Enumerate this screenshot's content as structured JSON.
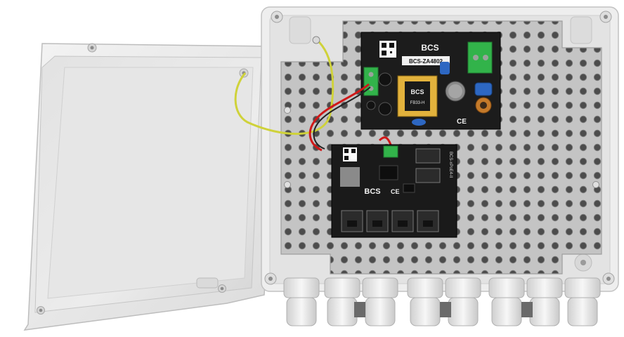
{
  "psu_board": {
    "brand": "BCS",
    "model": "BCS-ZA4802",
    "transformer_brand": "BCS",
    "transformer_code": "FB33-H",
    "cert_marks": "CE"
  },
  "switch_board": {
    "brand": "BCS",
    "cert_marks": "CE",
    "side_label": "BCS-xPoE4-II"
  },
  "colors": {
    "enclosure": "#e9e9e9",
    "plate": "#bdbdbd",
    "pcb": "#1c1c1c",
    "terminal": "#32b34a",
    "cable_red": "#d01818",
    "cable_ground": "#cfd23a"
  },
  "icons": [
    "mounting-screw-icon",
    "cable-gland-icon",
    "rj45-port-icon",
    "ce-mark-icon",
    "qr-code-icon"
  ]
}
